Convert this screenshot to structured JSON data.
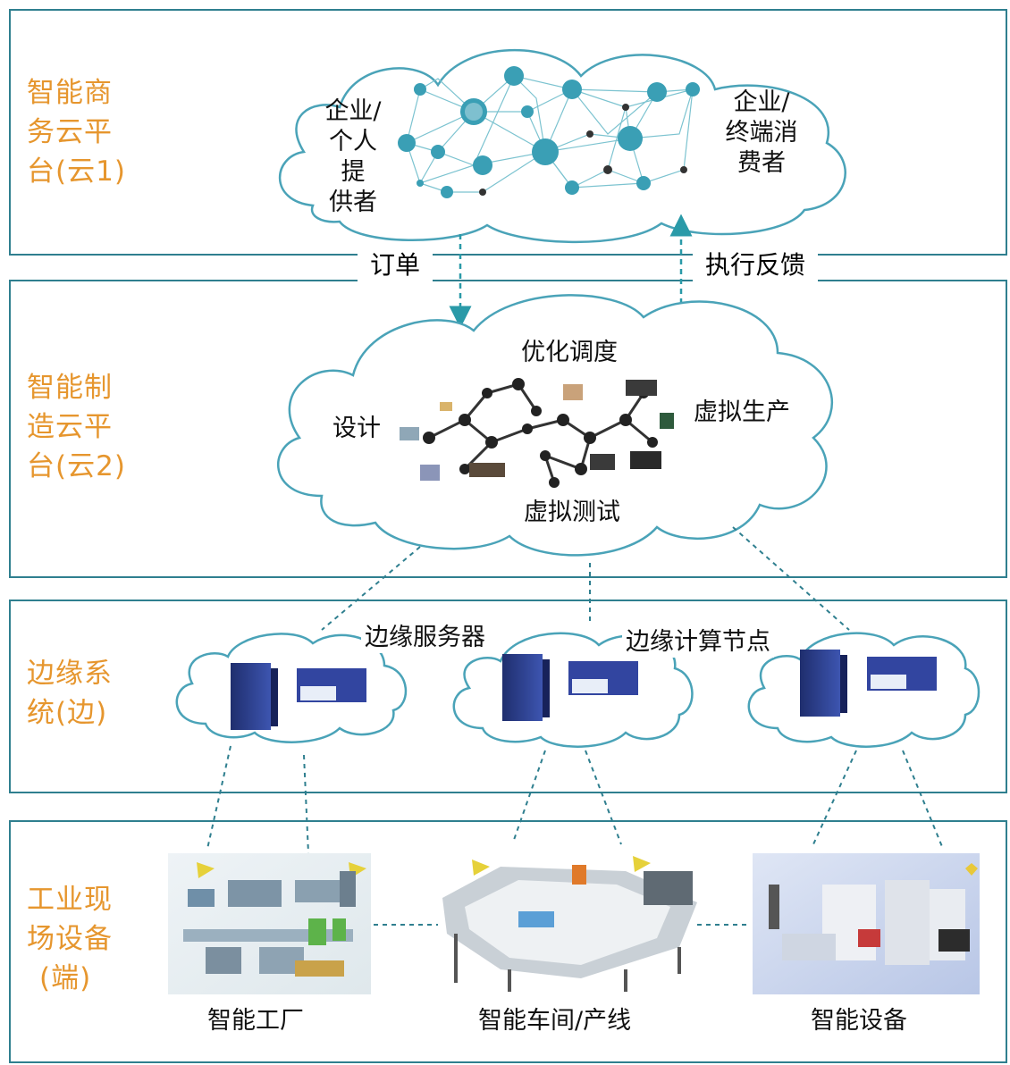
{
  "layers": {
    "cloud1": {
      "label_lines": [
        "智能商",
        "务云平",
        "台(云1)"
      ]
    },
    "cloud2": {
      "label_lines": [
        "智能制",
        "造云平",
        "台(云2)"
      ]
    },
    "edge": {
      "label_lines": [
        "边缘系",
        "统(边)"
      ]
    },
    "field": {
      "label_lines": [
        "工业现",
        "场设备",
        "(端)"
      ]
    }
  },
  "cloud1": {
    "provider_lines": [
      "企业/",
      "个人提",
      "供者"
    ],
    "consumer_lines": [
      "企业/",
      "终端消",
      "费者"
    ]
  },
  "flows": {
    "order": "订单",
    "feedback": "执行反馈"
  },
  "cloud2": {
    "optimize": "优化调度",
    "design": "设计",
    "virtual_production": "虚拟生产",
    "virtual_test": "虚拟测试"
  },
  "edge": {
    "server": "边缘服务器",
    "node": "边缘计算节点"
  },
  "field": {
    "factory": "智能工厂",
    "workshop": "智能车间/产线",
    "device": "智能设备"
  },
  "colors": {
    "frame": "#2f7f8f",
    "side_label": "#e6962e",
    "cloud_stroke": "#4aa3b8",
    "server": "#2b3f8f"
  }
}
